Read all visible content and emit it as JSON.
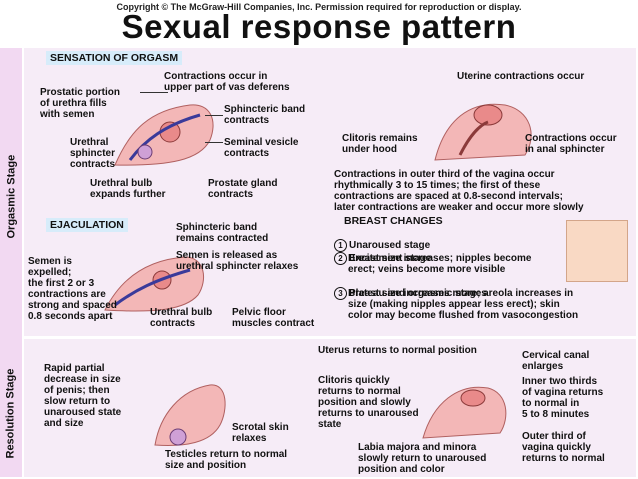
{
  "header": {
    "copyright": "Copyright © The McGraw-Hill Companies, Inc. Permission required for reproduction or display.",
    "title": "Sexual response pattern"
  },
  "stages": {
    "orgasmic": "Orgasmic Stage",
    "resolution": "Resolution Stage"
  },
  "orgasm": {
    "heading": "SENSATION OF ORGASM",
    "vas_deferens": "Contractions occur in\nupper part of vas deferens",
    "prostatic_portion": "Prostatic portion\nof urethra fills\nwith semen",
    "sphincteric_band": "Sphincteric band\ncontracts",
    "urethral_sphincter": "Urethral\nsphincter\ncontracts",
    "seminal_vesicle": "Seminal vesicle\ncontracts",
    "urethral_bulb": "Urethral bulb\nexpands further",
    "prostate_gland": "Prostate gland\ncontracts"
  },
  "female_orgasm": {
    "uterine": "Uterine contractions occur",
    "clitoris": "Clitoris remains\nunder hood",
    "anal": "Contractions occur\nin anal sphincter",
    "vagina": "Contractions in outer third of the vagina occur\nrhythmically 3 to 15 times; the first of these\ncontractions are spaced at 0.8-second intervals;\nlater contractions are weaker and occur more slowly"
  },
  "ejaculation": {
    "heading": "EJACULATION",
    "sphincteric_band": "Sphincteric band\nremains contracted",
    "semen_released": "Semen is released as\nurethral sphincter relaxes",
    "semen_expelled": "Semen is\nexpelled;\nthe first 2 or 3\ncontractions are\nstrong and spaced\n0.8 seconds apart",
    "urethral_bulb": "Urethral bulb\ncontracts",
    "pelvic_floor": "Pelvic floor\nmuscles contract"
  },
  "breast": {
    "heading": "BREAST CHANGES",
    "unaroused": "Unaroused stage",
    "excitement": "Excitement stage",
    "excitement_desc": "Breast size increases; nipples become\nerect; veins become more visible",
    "plateau": "Plateau and orgasmic stages",
    "plateau_desc": "Breast size increases more; areola increases in\nsize (making nipples appear less erect); skin\ncolor may become flushed from vasocongestion",
    "n1": "1",
    "n2": "2",
    "n3": "3"
  },
  "resolution_male": {
    "penis": "Rapid partial\ndecrease in size\nof penis; then\nslow return to\nunaroused state\nand size",
    "scrotal": "Scrotal skin\nrelaxes",
    "testicles": "Testicles return to normal\nsize and position"
  },
  "resolution_female": {
    "uterus": "Uterus returns to normal position",
    "clitoris": "Clitoris quickly\nreturns to normal\nposition and slowly\nreturns to unaroused\nstate",
    "cervical": "Cervical canal\nenlarges",
    "inner_vagina": "Inner two thirds\nof vagina returns\nto normal in\n5 to 8 minutes",
    "outer_vagina": "Outer third of\nvagina quickly\nreturns to normal",
    "labia": "Labia majora and minora\nslowly return to unaroused\nposition and color"
  },
  "colors": {
    "side_band": "#f2d9f2",
    "panel": "#f6ecf7",
    "heading_bg": "#d7ecfa",
    "tissue": "#f3b7b7"
  }
}
